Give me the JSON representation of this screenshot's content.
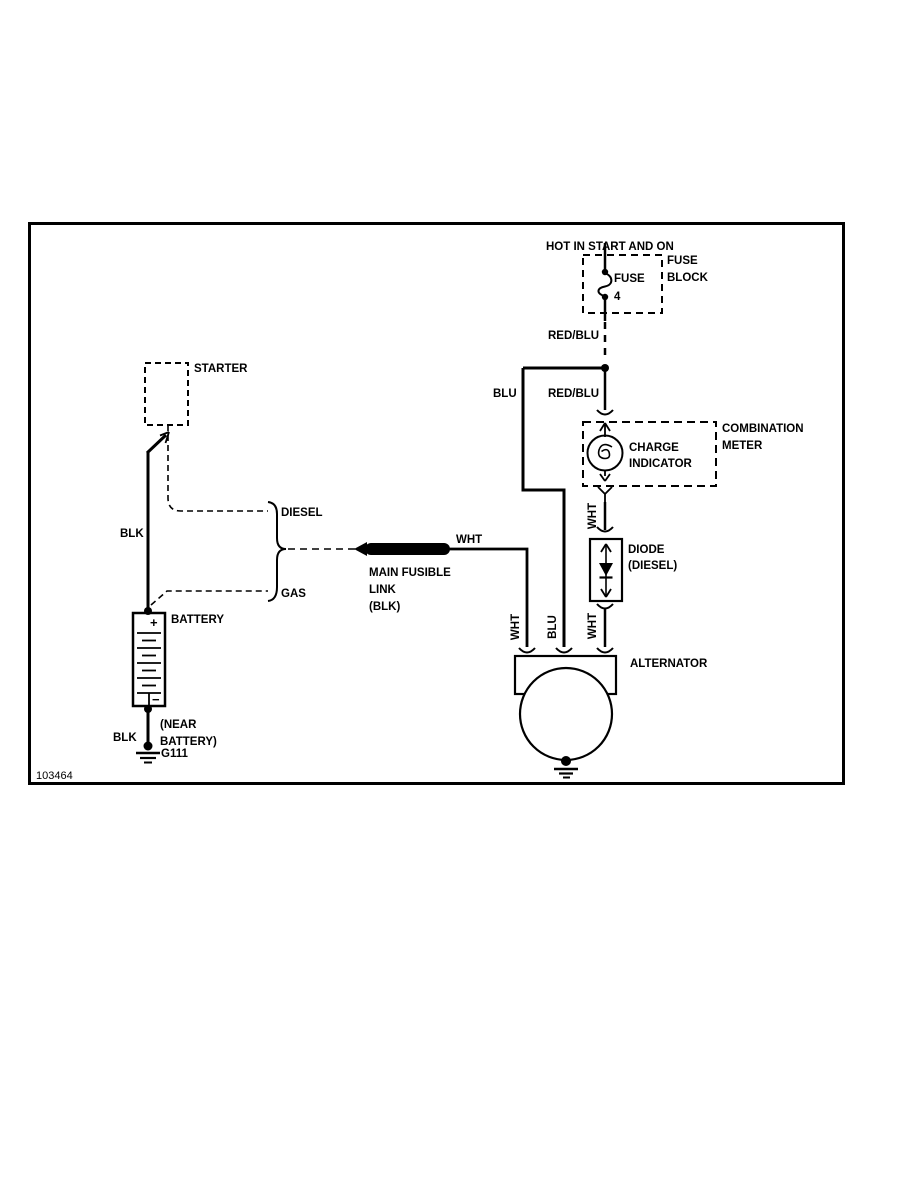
{
  "figure_number": "103464",
  "ink_color": "#000000",
  "fuse_block": {
    "header": "HOT IN START AND ON",
    "name_line1": "FUSE",
    "name_line2": "BLOCK",
    "fuse": "FUSE",
    "fuse_number": "4"
  },
  "wire_labels": {
    "red_blu_from_fuse": "RED/BLU",
    "red_blu_to_meter": "RED/BLU",
    "blu_branch": "BLU",
    "wht_meter_to_diode": "WHT",
    "wht_from_link": "WHT",
    "wht_alt_left": "WHT",
    "blu_alt_center": "BLU",
    "wht_alt_right": "WHT",
    "blk_starter_to_battery": "BLK",
    "blk_battery_to_ground": "BLK"
  },
  "combination_meter": {
    "name_line1": "COMBINATION",
    "name_line2": "METER",
    "charge_line1": "CHARGE",
    "charge_line2": "INDICATOR"
  },
  "diode": {
    "name_line1": "DIODE",
    "name_line2": "(DIESEL)"
  },
  "starter": {
    "name": "STARTER"
  },
  "engine_variants": {
    "diesel": "DIESEL",
    "gas": "GAS"
  },
  "fusible_link": {
    "name_line1": "MAIN FUSIBLE",
    "name_line2": "LINK",
    "name_line3": "(BLK)"
  },
  "battery": {
    "name": "BATTERY",
    "positive": "+",
    "negative": "−",
    "ground_note_line1": "(NEAR",
    "ground_note_line2": "BATTERY)",
    "ground_id": "G111"
  },
  "alternator": {
    "name": "ALTERNATOR"
  }
}
